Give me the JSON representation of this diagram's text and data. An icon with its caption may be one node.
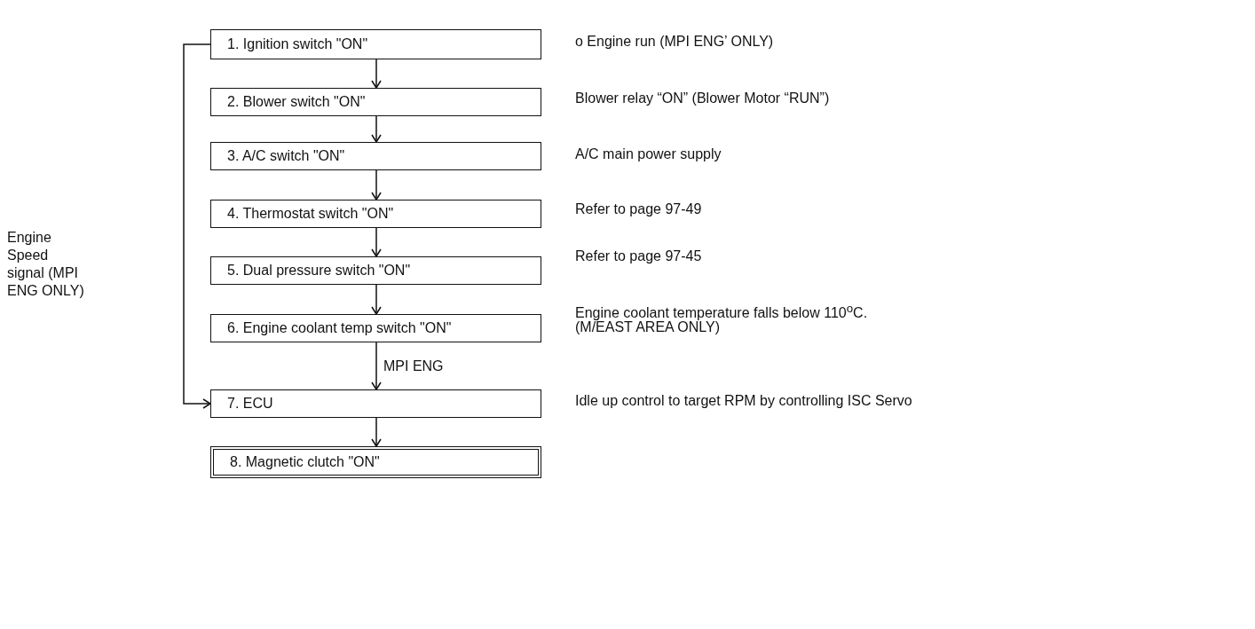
{
  "diagram": {
    "nodes": [
      {
        "text": [
          "1. Ignition switch \"ON\""
        ],
        "beside": [
          "o Engine run (MPI ENG’ ONLY)"
        ]
      },
      {
        "text": [
          "2. Blower switch \"ON\""
        ],
        "beside": [
          "Blower relay “ON” (Blower Motor “RUN”)"
        ]
      },
      {
        "text": [
          "3. A/C switch \"ON\""
        ],
        "beside": [
          "A/C main power supply"
        ]
      },
      {
        "text": [
          "4. Thermostat switch \"ON\""
        ],
        "beside": [
          "Refer to page 97-49"
        ]
      },
      {
        "text": [
          "5. Dual pressure switch \"ON\""
        ],
        "beside": [
          "Refer to page 97-45"
        ]
      },
      {
        "text": [
          "6. Engine coolant temp switch \"ON\""
        ],
        "beside": [
          "Engine coolant temperature falls below 110$^{o}$C.",
          "(M/EAST AREA ONLY)"
        ]
      },
      {
        "text": [
          "7. ECU"
        ],
        "beside": [
          "Idle up control to target RPM by controlling ISC Servo"
        ]
      },
      {
        "text": [
          "8. Magnetic clutch \"ON\""
        ]
      }
    ],
    "edges": [
      {
        "from": 0,
        "to": 1,
        "arrow": "to"
      },
      {
        "from": 1,
        "to": 2,
        "arrow": "to"
      },
      {
        "from": 2,
        "to": 3,
        "arrow": "to"
      },
      {
        "from": 3,
        "to": 4,
        "arrow": "to"
      },
      {
        "from": 4,
        "to": 5,
        "arrow": "to"
      },
      {
        "from": 5,
        "to": 6,
        "arrow": "to",
        "label": "MPI ENG"
      },
      {
        "from": 6,
        "to": 7,
        "arrow": "to"
      },
      {
        "from": 0,
        "to": 6,
        "arrow": "to"
      }
    ],
    "labels": [
      "Engine Speed signal (MPI ENG ONLY)"
    ]
  }
}
